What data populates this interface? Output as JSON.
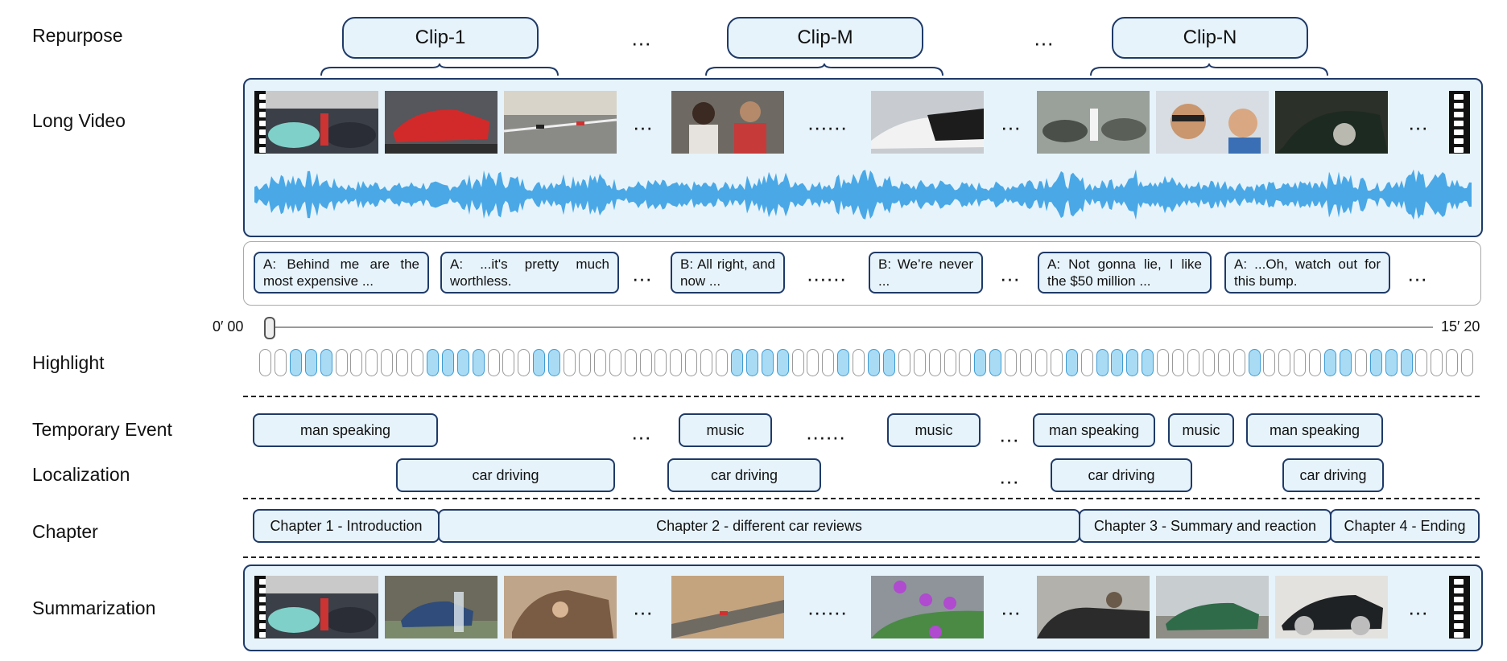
{
  "row_labels": {
    "repurpose": "Repurpose",
    "long_video": "Long Video",
    "highlight": "Highlight",
    "temporary_event": "Temporary Event",
    "localization": "Localization",
    "chapter": "Chapter",
    "summarization": "Summarization"
  },
  "clips": [
    {
      "label": "Clip-1"
    },
    {
      "label": "Clip-M"
    },
    {
      "label": "Clip-N"
    }
  ],
  "ellipsis": {
    "short": "...",
    "long": "......"
  },
  "subtitles": [
    "A: Behind me are the most expensive ...",
    "A: ...it's pretty much worthless.",
    "B: All right, and now ...",
    "B: We’re never ...",
    "A: Not gonna lie, I like the $50 million ...",
    "A: ...Oh, watch out for this bump."
  ],
  "timeline": {
    "start_label": "0′ 00",
    "end_label": "15′ 20",
    "slider_position": 0
  },
  "highlight_cells": [
    0,
    0,
    1,
    1,
    1,
    0,
    0,
    0,
    0,
    0,
    0,
    1,
    1,
    1,
    1,
    0,
    0,
    0,
    1,
    1,
    0,
    0,
    0,
    0,
    0,
    0,
    0,
    0,
    0,
    0,
    0,
    1,
    1,
    1,
    1,
    0,
    0,
    0,
    1,
    0,
    1,
    1,
    0,
    0,
    0,
    0,
    0,
    1,
    1,
    0,
    0,
    0,
    0,
    1,
    0,
    1,
    1,
    1,
    1,
    0,
    0,
    0,
    0,
    0,
    0,
    1,
    0,
    0,
    0,
    0,
    1,
    1,
    0,
    1,
    1,
    1,
    0,
    0,
    0,
    0
  ],
  "temporary_events": [
    "man speaking",
    "music",
    "music",
    "man speaking",
    "music",
    "man speaking"
  ],
  "localization": [
    "car driving",
    "car driving",
    "car driving",
    "car driving"
  ],
  "chapters": [
    "Chapter 1 - Introduction",
    "Chapter 2 - different car reviews",
    "Chapter 3 - Summary and reaction",
    "Chapter 4 - Ending"
  ],
  "colors": {
    "panel_fill": "#e6f3fb",
    "panel_border": "#1f3a68",
    "waveform": "#4aa8e6",
    "highlight_on": "#a9dcf4"
  }
}
